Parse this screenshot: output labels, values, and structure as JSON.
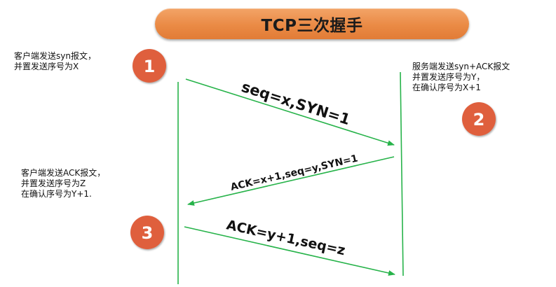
{
  "title": "TCP三次握手",
  "notes": {
    "step1": [
      "客户端发送syn报文，",
      "并置发送序号为X"
    ],
    "step2": [
      "服务端发送syn+ACK报文",
      "并置发送序号为Y，",
      "在确认序号为X+1"
    ],
    "step3": [
      "客户端发送ACK报文，",
      "并置发送序号为Z",
      "在确认序号为Y+1."
    ]
  },
  "steps": [
    "1",
    "2",
    "3"
  ],
  "messages": {
    "m1": "seq=x,SYN=1",
    "m2": "ACK=x+1,seq=y,SYN=1",
    "m3": "ACK=y+1,seq=z"
  },
  "colors": {
    "title_fill": "#e98a45",
    "badge_fill": "#df5f3e",
    "arrow": "#27b34a"
  }
}
